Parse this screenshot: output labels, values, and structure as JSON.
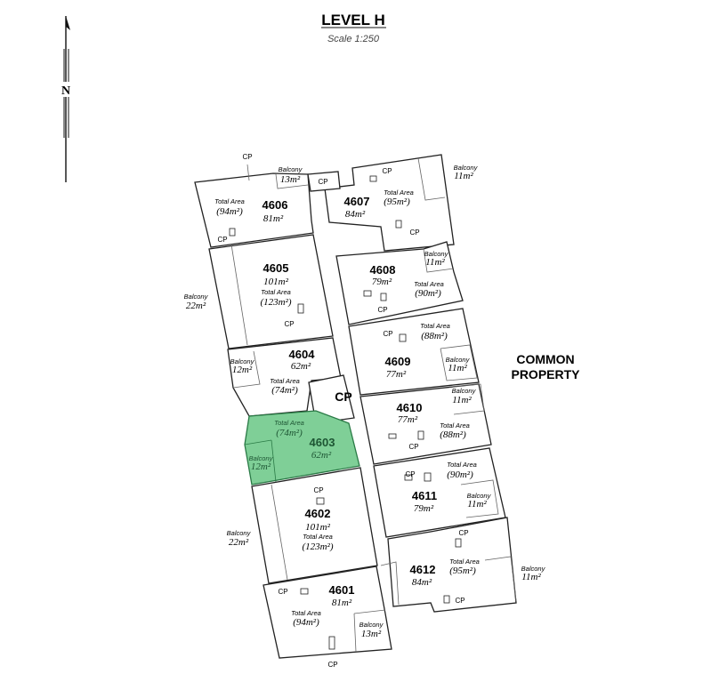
{
  "header": {
    "title": "LEVEL H",
    "scale": "Scale 1:250"
  },
  "compass": {
    "letter": "N"
  },
  "common_property": {
    "line1": "COMMON",
    "line2": "PROPERTY"
  },
  "corridor_label": "CP",
  "cp_label": "CP",
  "highlight_color": "#7fcf97",
  "units": {
    "u4601": {
      "number": "4601",
      "internal": "81m²",
      "total_label": "Total Area",
      "total": "(94m²)",
      "balcony_label": "Balcony",
      "balcony": "13m²"
    },
    "u4602": {
      "number": "4602",
      "internal": "101m²",
      "total_label": "Total Area",
      "total": "(123m²)",
      "balcony_label": "Balcony",
      "balcony": "22m²"
    },
    "u4603": {
      "number": "4603",
      "internal": "62m²",
      "total_label": "Total Area",
      "total": "(74m²)",
      "balcony_label": "Balcony",
      "balcony": "12m²"
    },
    "u4604": {
      "number": "4604",
      "internal": "62m²",
      "total_label": "Total Area",
      "total": "(74m²)",
      "balcony_label": "Balcony",
      "balcony": "12m²"
    },
    "u4605": {
      "number": "4605",
      "internal": "101m²",
      "total_label": "Total Area",
      "total": "(123m²)",
      "balcony_label": "Balcony",
      "balcony": "22m²"
    },
    "u4606": {
      "number": "4606",
      "internal": "81m²",
      "total_label": "Total Area",
      "total": "(94m²)",
      "balcony_label": "Balcony",
      "balcony": "13m²"
    },
    "u4607": {
      "number": "4607",
      "internal": "84m²",
      "total_label": "Total Area",
      "total": "(95m²)",
      "balcony_label": "Balcony",
      "balcony": "11m²"
    },
    "u4608": {
      "number": "4608",
      "internal": "79m²",
      "total_label": "Total Area",
      "total": "(90m²)",
      "balcony_label": "Balcony",
      "balcony": "11m²"
    },
    "u4609": {
      "number": "4609",
      "internal": "77m²",
      "total_label": "Total Area",
      "total": "(88m²)",
      "balcony_label": "Balcony",
      "balcony": "11m²"
    },
    "u4610": {
      "number": "4610",
      "internal": "77m²",
      "total_label": "Total Area",
      "total": "(88m²)",
      "balcony_label": "Balcony",
      "balcony": "11m²"
    },
    "u4611": {
      "number": "4611",
      "internal": "79m²",
      "total_label": "Total Area",
      "total": "(90m²)",
      "balcony_label": "Balcony",
      "balcony": "11m²"
    },
    "u4612": {
      "number": "4612",
      "internal": "84m²",
      "total_label": "Total Area",
      "total": "(95m²)",
      "balcony_label": "Balcony",
      "balcony": "11m²"
    }
  }
}
